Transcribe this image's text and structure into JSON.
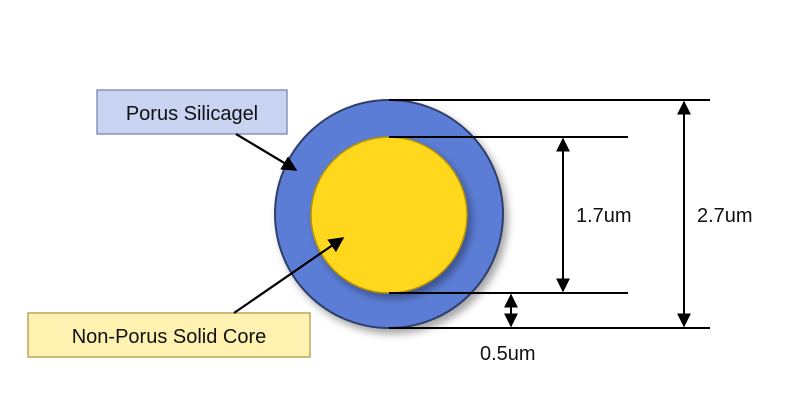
{
  "labels": {
    "outer_layer": "Porus Silicagel",
    "core": "Non-Porus Solid Core",
    "core_diameter": "1.7um",
    "particle_diameter": "2.7um",
    "shell_thickness": "0.5um"
  },
  "colors": {
    "outer_layer_fill": "#5B7DD6",
    "outer_layer_stroke": "#2F3F6B",
    "core_fill": "#FFD71A",
    "core_stroke": "#B89400",
    "outer_label_box": "#C9D3F2",
    "core_label_box": "#FFF2B0",
    "line": "#000000"
  }
}
